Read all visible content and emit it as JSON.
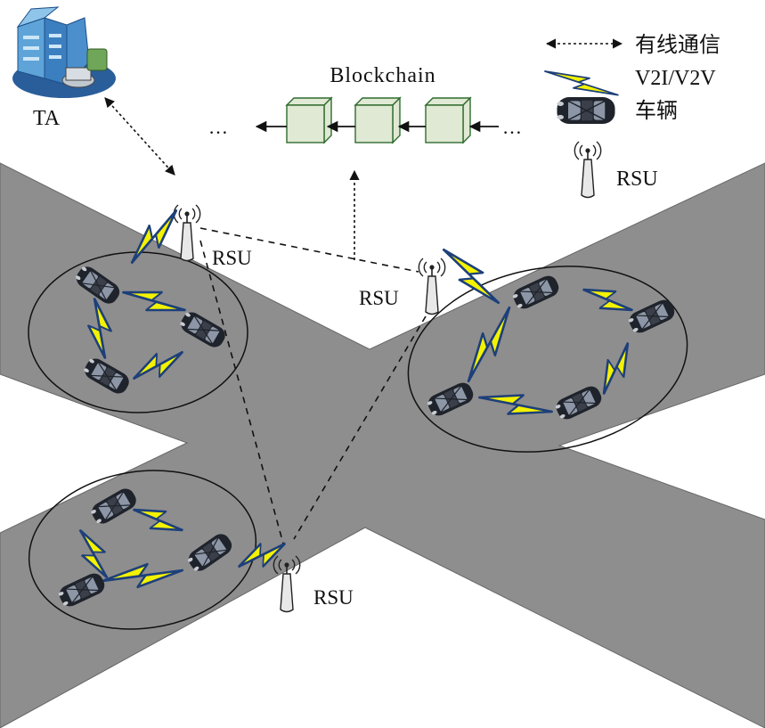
{
  "blockchain": {
    "title": "Blockchain",
    "ellipsis_left": "…",
    "ellipsis_right": "…",
    "block_count": 3
  },
  "ta": {
    "label": "TA"
  },
  "rsu_labels": [
    "RSU",
    "RSU",
    "RSU"
  ],
  "legend": {
    "wired": "有线通信",
    "wireless": "V2I/V2V",
    "vehicle": "车辆",
    "rsu": "RSU"
  },
  "colors": {
    "road": "#8e8e8e",
    "block_fill": "#dfe9d3",
    "block_stroke": "#2f6b2f",
    "lightning_fill": "#f3f200",
    "lightning_stroke": "#1d3f7a",
    "car_body": "#1f232b",
    "car_window": "#8c96a6"
  }
}
